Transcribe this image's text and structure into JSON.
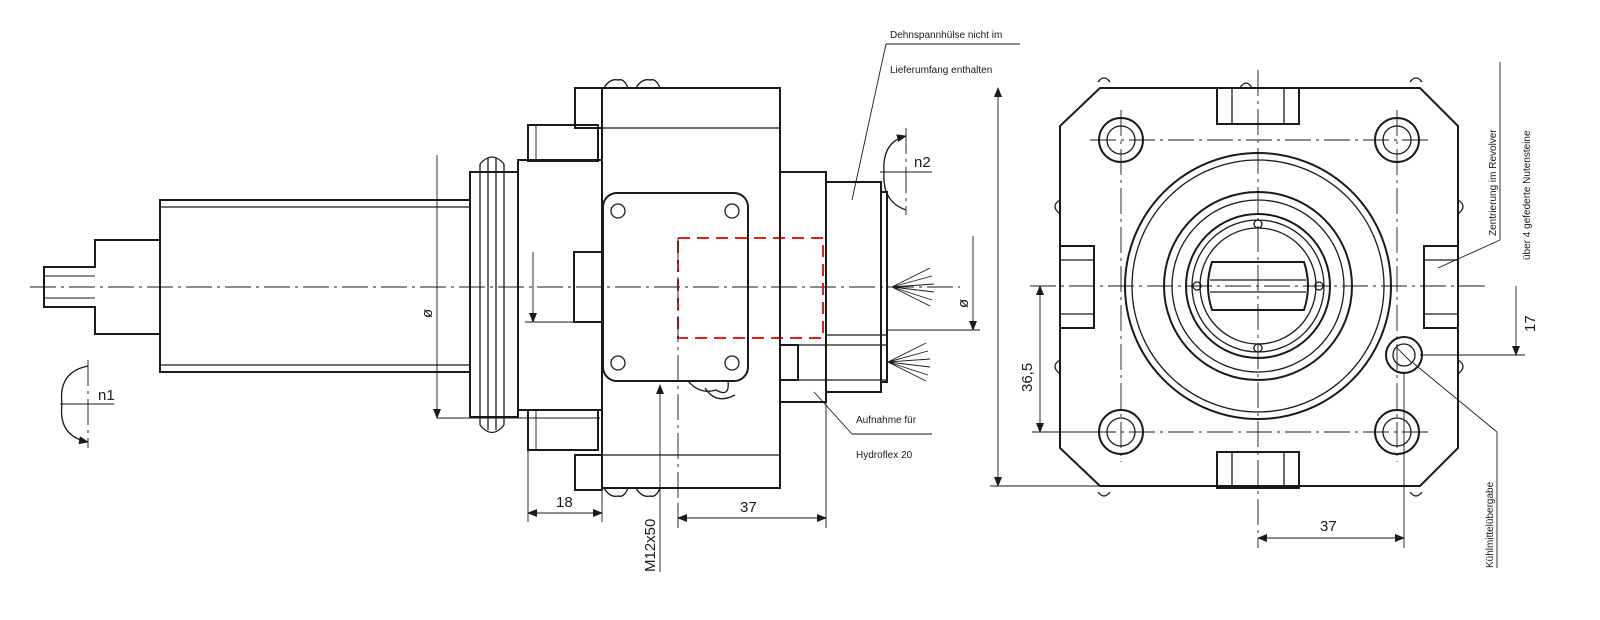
{
  "notes": {
    "sleeve_line1": "Dehnspannhülse nicht im",
    "sleeve_line2": "Lieferumfang enthalten",
    "holder_line1": "Aufnahme für",
    "holder_line2": "Hydroflex 20",
    "centering_line1": "Zentrierung im Revolver",
    "centering_line2": "über 4 gefederte Nutensteine",
    "coolant": "Kühlmittelübergabe"
  },
  "labels": {
    "n1": "n1",
    "n2": "n2",
    "diameter_1": "ø",
    "diameter_2": "ø"
  },
  "dimensions": {
    "d18": "18",
    "d37_side": "37",
    "thread": "M12x50",
    "d36_5": "36,5",
    "d37_front": "37",
    "d17": "17"
  }
}
